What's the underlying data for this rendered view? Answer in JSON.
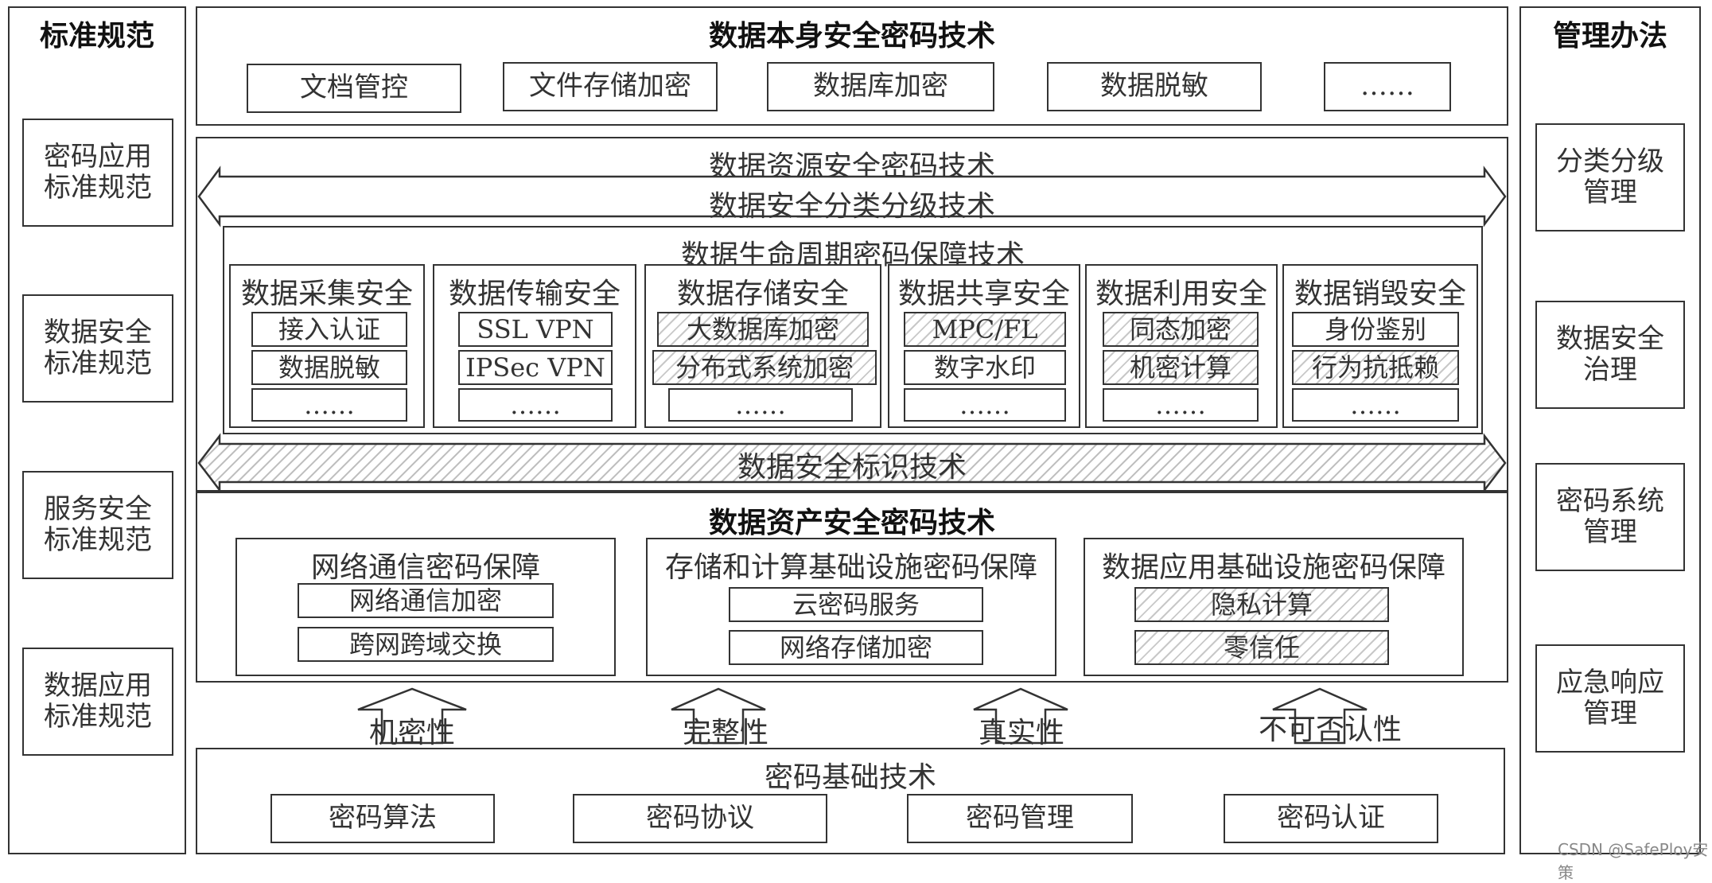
{
  "left": {
    "title": "标准规范",
    "items": [
      "密码应用\n标准规范",
      "数据安全\n标准规范",
      "服务安全\n标准规范",
      "数据应用\n标准规范"
    ]
  },
  "right": {
    "title": "管理办法",
    "items": [
      "分类分级\n管理",
      "数据安全\n治理",
      "密码系统\n管理",
      "应急响应\n管理"
    ]
  },
  "top": {
    "title": "数据本身安全密码技术",
    "items": [
      "文档管控",
      "文件存储加密",
      "数据库加密",
      "数据脱敏",
      "……"
    ]
  },
  "resource": {
    "title": "数据资源安全密码技术",
    "classification": "数据安全分类分级技术",
    "lifecycle_title": "数据生命周期密码保障技术",
    "identification": "数据安全标识技术",
    "columns": [
      {
        "title": "数据采集安全",
        "items": [
          "接入认证",
          "数据脱敏",
          "……"
        ]
      },
      {
        "title": "数据传输安全",
        "items": [
          "SSL VPN",
          "IPSec VPN",
          "……"
        ]
      },
      {
        "title": "数据存储安全",
        "items": [
          "大数据库加密",
          "分布式系统加密",
          "……"
        ]
      },
      {
        "title": "数据共享安全",
        "items": [
          "MPC/FL",
          "数字水印",
          "……"
        ]
      },
      {
        "title": "数据利用安全",
        "items": [
          "同态加密",
          "机密计算",
          "……"
        ]
      },
      {
        "title": "数据销毁安全",
        "items": [
          "身份鉴别",
          "行为抗抵赖",
          "……"
        ]
      }
    ]
  },
  "asset": {
    "title": "数据资产安全密码技术",
    "groups": [
      {
        "title": "网络通信密码保障",
        "items": [
          "网络通信加密",
          "跨网跨域交换"
        ]
      },
      {
        "title": "存储和计算基础设施密码保障",
        "items": [
          "云密码服务",
          "网络存储加密"
        ]
      },
      {
        "title": "数据应用基础设施密码保障",
        "items": [
          "隐私计算",
          "零信任"
        ]
      }
    ]
  },
  "properties": [
    "机密性",
    "完整性",
    "真实性",
    "不可否认性"
  ],
  "base": {
    "title": "密码基础技术",
    "items": [
      "密码算法",
      "密码协议",
      "密码管理",
      "密码认证"
    ]
  },
  "watermark": "CSDN @SafePloy安策"
}
